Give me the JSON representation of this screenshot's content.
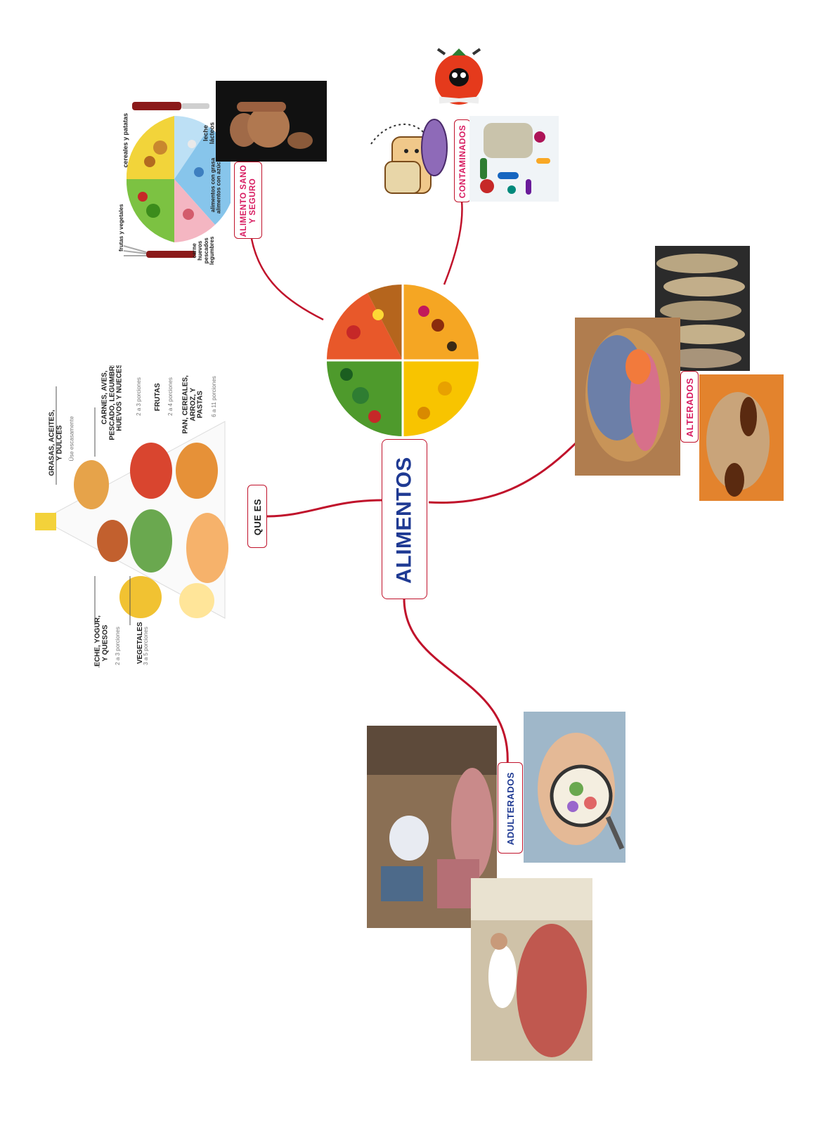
{
  "colors": {
    "branch": "#c0122b",
    "central_text": "#1f3a93",
    "blue_label": "#1f3a93",
    "pink_label": "#d81b60",
    "dark_label": "#1a1a1a"
  },
  "central": {
    "label": "ALIMENTOS"
  },
  "branches": {
    "que_es": {
      "label": "QUE ES"
    },
    "sano": {
      "label_line1": "ALIMENTO SANO",
      "label_line2": "Y SEGURO"
    },
    "contaminados": {
      "label": "CONTAMINADOS"
    },
    "alterados": {
      "label": "ALTERADOS"
    },
    "adulterados": {
      "label": "ADULTERADOS"
    }
  },
  "plate": {
    "seg_cereales": "cereales y patatas",
    "seg_leche_1": "leche",
    "seg_leche_2": "lácteos",
    "seg_grasa_1": "alimentos con grasa",
    "seg_grasa_2": "alimentos con azúcar",
    "seg_carne_1": "carne",
    "seg_carne_2": "huevos",
    "seg_carne_3": "pescados",
    "seg_carne_4": "legumbres",
    "seg_frutas": "frutas y vegetales"
  },
  "pyramid": {
    "grasas_1": "GRASAS, ACEITES,",
    "grasas_2": "Y DULCES",
    "grasas_sub": "Úse escasamente",
    "carnes_1": "CARNES, AVES,",
    "carnes_2": "PESCADO, LEGUMBRES,",
    "carnes_3": "HUEVOS Y NUECES",
    "carnes_sub": "2 a 3 porciones",
    "frutas": "FRUTAS",
    "frutas_sub": "2 a 4 porciones",
    "pan_1": "PAN, CEREALES,",
    "pan_2": "ARROZ, Y",
    "pan_3": "PASTAS",
    "pan_sub": "6 a 11 porciones",
    "leche_1": "LECHE, YOGUR,",
    "leche_2": "Y QUESOS",
    "leche_sub": "2 a 3 porciones",
    "vegetales": "VEGETALES",
    "vegetales_sub": "3 a 5 porciones"
  }
}
